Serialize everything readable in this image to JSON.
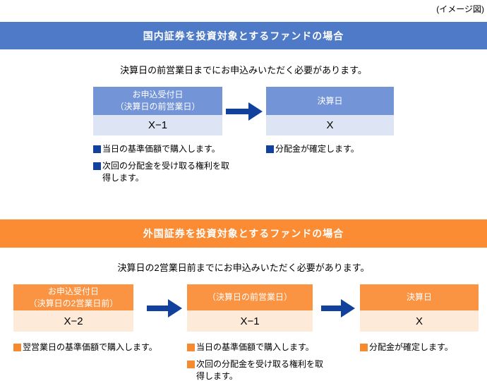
{
  "page": {
    "caption": "(イメージ図)"
  },
  "colors": {
    "blue_bar": "#4e7ac7",
    "blue_box_header": "#7394d6",
    "blue_box_body": "#dde5f4",
    "navy_arrow": "#11419c",
    "orange_bar": "#fb8c34",
    "orange_box_header": "#fa9342",
    "orange_box_body": "#fdead9",
    "orange_bullet": "#f68a2e"
  },
  "sections": [
    {
      "id": "domestic",
      "title": "国内証券を投資対象とするファンドの場合",
      "subtitle": "決算日の前営業日までにお申込みいただく必要があります。",
      "boxes": [
        {
          "title_lines": [
            "お申込受付日",
            "（決算日の前営業日）"
          ],
          "value": "X−1"
        },
        {
          "title_lines": [
            "決算日"
          ],
          "value": "X"
        }
      ],
      "notes": [
        {
          "items": [
            "当日の基準価額で購入します。",
            "次回の分配金を受け取る権利を取得します。"
          ]
        },
        {
          "items": [
            "分配金が確定します。"
          ]
        }
      ]
    },
    {
      "id": "foreign",
      "title": "外国証券を投資対象とするファンドの場合",
      "subtitle": "決算日の2営業日前までにお申込みいただく必要があります。",
      "boxes": [
        {
          "title_lines": [
            "お申込受付日",
            "（決算日の2営業日前）"
          ],
          "value": "X−2"
        },
        {
          "title_lines": [
            "（決算日の前営業日）"
          ],
          "value": "X−1"
        },
        {
          "title_lines": [
            "決算日"
          ],
          "value": "X"
        }
      ],
      "notes": [
        {
          "items": [
            "翌営業日の基準価額で購入します。"
          ]
        },
        {
          "items": [
            "当日の基準価額で購入します。",
            "次回の分配金を受け取る権利を取得します。"
          ]
        },
        {
          "items": [
            "分配金が確定します。"
          ]
        }
      ]
    }
  ]
}
